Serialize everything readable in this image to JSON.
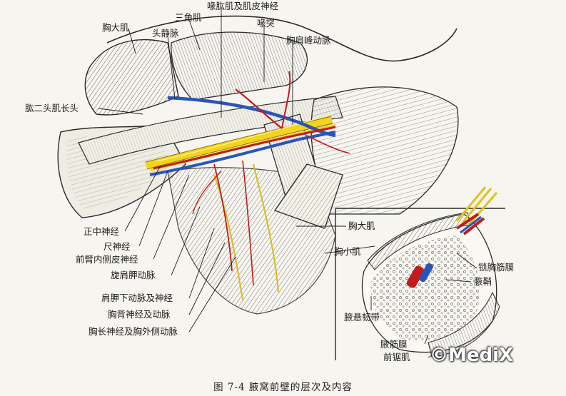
{
  "labels": {
    "pectoralis_major_top": "胸大肌",
    "deltoid": "三角肌",
    "cephalic_vein": "头静脉",
    "coracobrachialis_nerve": "喙肱肌及肌皮神经",
    "coracoid": "喙突",
    "thoracoacromial_artery": "胸肩峰动脉",
    "biceps_long_head": "肱二头肌长头",
    "median_nerve": "正中神经",
    "ulnar_nerve": "尺神经",
    "medial_antebrachial_cutaneous": "前臂内侧皮神经",
    "circumflex_scapular_artery": "旋肩胛动脉",
    "subscapular_artery_nerve": "肩胛下动脉及神经",
    "thoracodorsal_nerve_artery": "胸背神经及动脉",
    "long_thoracic_lateral_thoracic": "胸长神经及胸外侧动脉",
    "pectoralis_major_right": "胸大肌",
    "pectoralis_minor": "胸小肌",
    "clavipectoral_fascia": "锁胸筋膜",
    "axillary_sheath": "腋鞘",
    "suspensory_ligament": "腋悬韧带",
    "axillary_fascia": "腋筋膜",
    "serratus_anterior": "前锯肌"
  },
  "caption": "图 7-4    腋窝前壁的层次及内容",
  "watermark": "©MediX",
  "colors": {
    "artery": "#c41a1a",
    "vein": "#2a55b8",
    "nerve": "#f2d41c",
    "ink": "#2a2a2a"
  }
}
